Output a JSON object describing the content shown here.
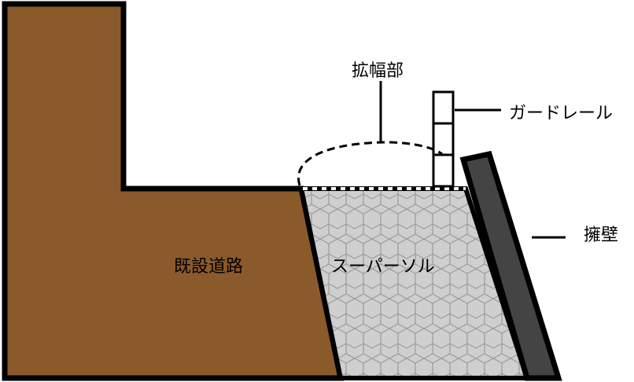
{
  "labels": {
    "widening": "拡幅部",
    "guardrail": "ガードレール",
    "retaining_wall": "擁壁",
    "existing_road": "既設道路",
    "super_soil": "スーパーソル"
  },
  "colors": {
    "existing_road_fill": "#8b5a2b",
    "super_soil_fill": "#cfcfcf",
    "super_soil_hex": "#9a9a9a",
    "retaining_wall_fill": "#444444",
    "outline": "#000000"
  }
}
